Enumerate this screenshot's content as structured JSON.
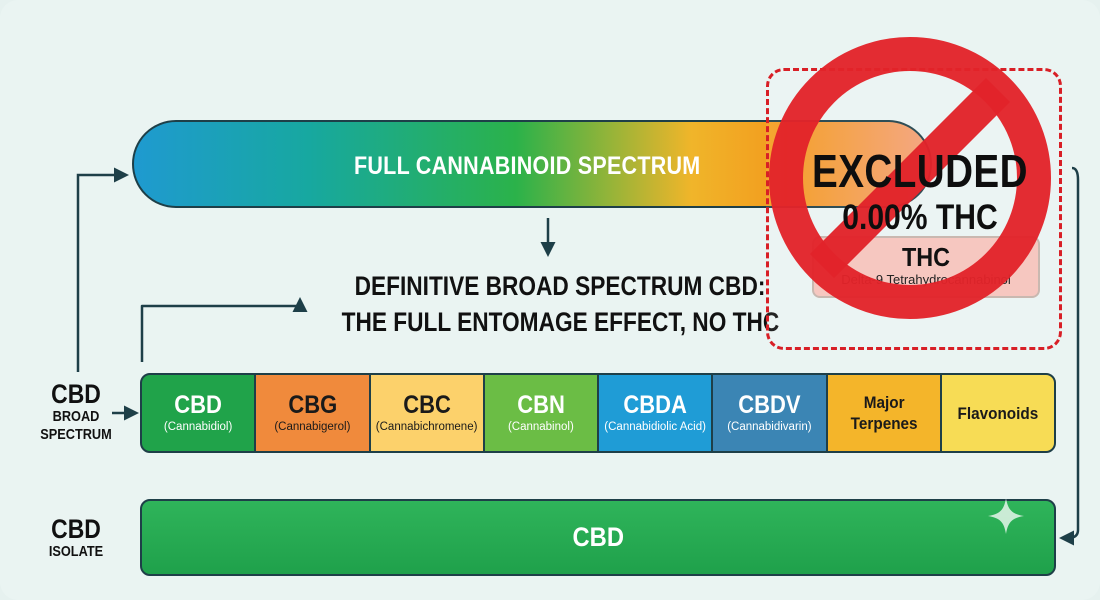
{
  "full_spectrum": {
    "label": "FULL CANNABINOID SPECTRUM"
  },
  "headline": {
    "line1": "DEFINITIVE BROAD SPECTRUM CBD:",
    "line2": "THE FULL ENTOMAGE EFFECT, NO THC"
  },
  "broad_label": {
    "main": "CBD",
    "sub1": "BROAD",
    "sub2": "SPECTRUM"
  },
  "isolate_label": {
    "main": "CBD",
    "sub": "ISOLATE"
  },
  "cannabinoids": [
    {
      "abbr": "CBD",
      "full": "(Cannabidiol)",
      "color": "#20a34a",
      "text_color": "#ffffff"
    },
    {
      "abbr": "CBG",
      "full": "(Cannabigerol)",
      "color": "#f08a3c",
      "text_color": "#1a1a1a"
    },
    {
      "abbr": "CBC",
      "full": "(Cannabichromene)",
      "color": "#fcd16b",
      "text_color": "#1a1a1a"
    },
    {
      "abbr": "CBN",
      "full": "(Cannabinol)",
      "color": "#6bbd45",
      "text_color": "#ffffff"
    },
    {
      "abbr": "CBDA",
      "full": "(Cannabidiolic Acid)",
      "color": "#1f9cd6",
      "text_color": "#ffffff"
    },
    {
      "abbr": "CBDV",
      "full": "(Cannabidivarin)",
      "color": "#3b85b4",
      "text_color": "#ffffff"
    }
  ],
  "extras": [
    {
      "text": "Major Terpenes",
      "color": "#f4b52a",
      "text_color": "#1a1a1a"
    },
    {
      "text": "Flavonoids",
      "color": "#f7dc55",
      "text_color": "#1a1a1a"
    }
  ],
  "isolate": {
    "label": "CBD"
  },
  "excluded": {
    "title": "EXCLUDED",
    "percent": "0.00% THC",
    "thc_title": "THC",
    "thc_sub": "Delta-9 Tetrahydrocannabinol",
    "ban_color": "#e2232a",
    "box_color": "#d81f26"
  },
  "icons": {
    "ban": "prohibition-icon",
    "sparkle": "sparkle-icon"
  }
}
